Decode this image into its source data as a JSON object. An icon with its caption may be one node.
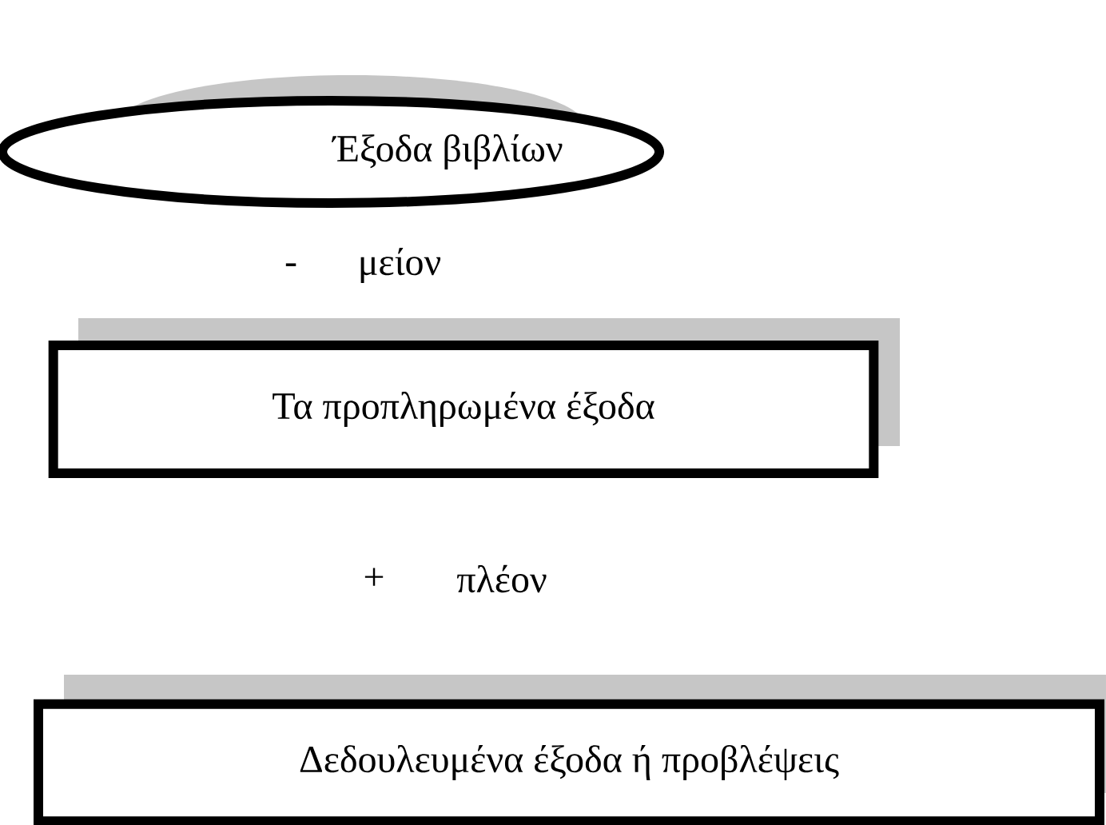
{
  "diagram": {
    "nodes": [
      {
        "text": [
          "Έξοδα βιβλίων"
        ]
      },
      {
        "text": [
          "Τα προπληρωμένα έξοδα"
        ]
      },
      {
        "text": [
          "Δεδουλευμένα έξοδα ή προβλέψεις"
        ]
      }
    ],
    "labels": [
      "-",
      "μείον",
      "+",
      "πλέον"
    ]
  }
}
